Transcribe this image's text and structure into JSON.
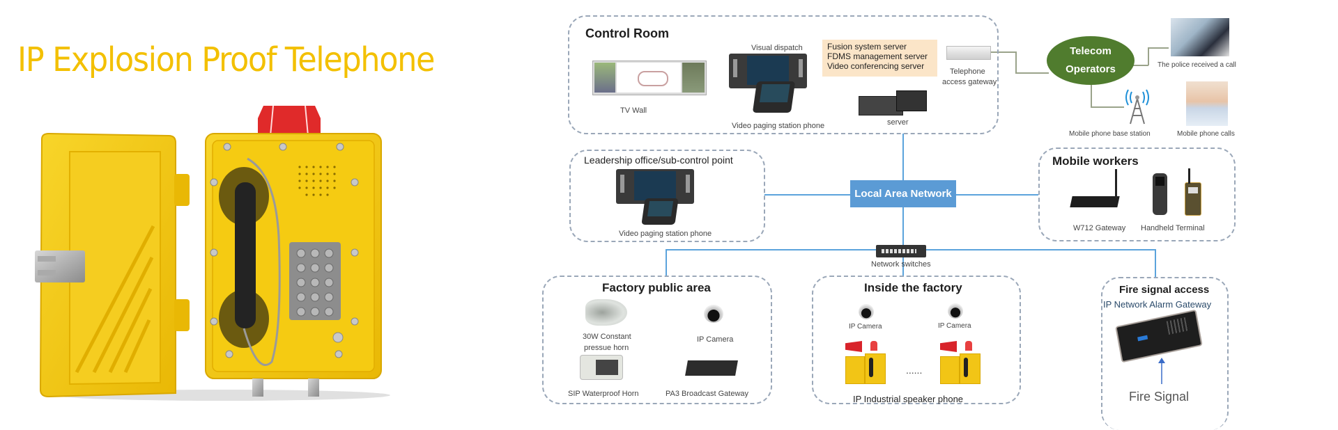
{
  "title": "IP Explosion Proof  Telephone",
  "colors": {
    "title_yellow": "#f3c000",
    "phone_yellow": "#f2c516",
    "beacon_red": "#e02a2a",
    "lan_blue": "#5b9bd5",
    "connector_blue": "#5ba3dc",
    "telecom_green": "#507c2e",
    "fusion_peach": "#fbe5c8",
    "dashed_border": "#9aa7b8"
  },
  "control_room": {
    "title": "Control Room",
    "tv_wall": "TV Wall",
    "visual_dispatch": "Visual dispatch",
    "video_paging": "Video paging station phone",
    "fusion_lines": [
      "Fusion system server",
      "FDMS management server",
      "Video conferencing server"
    ],
    "server": "server",
    "gateway_line1": "Telephone",
    "gateway_line2": "access gateway"
  },
  "telecom": {
    "line1": "Telecom",
    "line2": "Operators",
    "police": "The police received a call",
    "base_station": "Mobile phone base station",
    "mobile_calls": "Mobile phone calls"
  },
  "leadership": {
    "title": "Leadership office/sub-control point",
    "device": "Video paging station phone"
  },
  "lan": {
    "label": "Local Area Network",
    "switch_label": "Network switches"
  },
  "mobile_workers": {
    "title": "Mobile workers",
    "gateway": "W712 Gateway",
    "terminal": "Handheld Terminal"
  },
  "factory_public": {
    "title": "Factory public area",
    "horn_line1": "30W Constant",
    "horn_line2": "pressue horn",
    "camera": "IP Camera",
    "sip_horn": "SIP Waterproof Horn",
    "pa3": "PA3 Broadcast Gateway"
  },
  "inside_factory": {
    "title": "Inside the factory",
    "camera1": "IP Camera",
    "camera2": "IP Camera",
    "ellipsis": "......",
    "speaker_phone": "IP Industrial speaker phone"
  },
  "fire": {
    "title": "Fire signal access",
    "gateway": "IP Network Alarm Gateway",
    "signal": "Fire Signal"
  }
}
